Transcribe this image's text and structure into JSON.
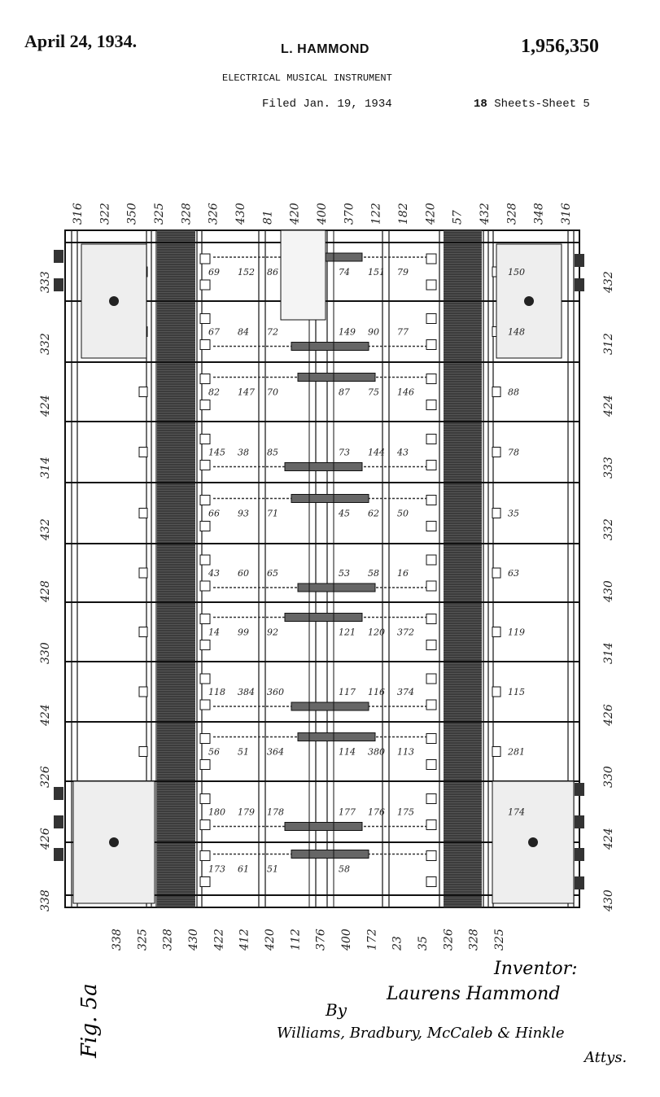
{
  "header": {
    "date": "April 24, 1934.",
    "inventor_name": "L. HAMMOND",
    "patent_number": "1,956,350",
    "title": "ELECTRICAL MUSICAL INSTRUMENT",
    "filed": "Filed Jan. 19, 1934",
    "sheets_count": "18",
    "sheets_label": "Sheets-Sheet 5"
  },
  "figure": {
    "label": "Fig. 5a",
    "top_refs": [
      "316",
      "322",
      "350",
      "325",
      "328",
      "326",
      "430",
      "81",
      "420",
      "400",
      "370",
      "122",
      "182",
      "420",
      "57",
      "432",
      "328",
      "348",
      "316"
    ],
    "bottom_refs": [
      "338",
      "325",
      "328",
      "430",
      "422",
      "412",
      "420",
      "112",
      "376",
      "400",
      "172",
      "23",
      "35",
      "326",
      "328",
      "325"
    ],
    "side_refs": [
      "333",
      "332",
      "424",
      "314",
      "432",
      "428",
      "330",
      "424",
      "326",
      "426",
      "338",
      "432",
      "312",
      "424",
      "333",
      "332",
      "430",
      "314",
      "426",
      "330",
      "424",
      "430"
    ],
    "inner_refs": [
      "69",
      "152",
      "86",
      "74",
      "151",
      "79",
      "150",
      "67",
      "84",
      "72",
      "149",
      "90",
      "77",
      "148",
      "82",
      "147",
      "70",
      "87",
      "75",
      "146",
      "88",
      "145",
      "38",
      "85",
      "73",
      "144",
      "43",
      "78",
      "66",
      "93",
      "71",
      "45",
      "62",
      "50",
      "35",
      "43",
      "60",
      "65",
      "53",
      "58",
      "16",
      "63",
      "14",
      "99",
      "92",
      "121",
      "120",
      "372",
      "119",
      "118",
      "384",
      "360",
      "117",
      "116",
      "374",
      "115",
      "56",
      "51",
      "364",
      "114",
      "380",
      "113",
      "281",
      "180",
      "179",
      "178",
      "177",
      "176",
      "175",
      "174",
      "173",
      "61",
      "51",
      "58"
    ]
  },
  "signature": {
    "inventor_label": "Inventor:",
    "inventor": "Laurens Hammond",
    "by": "By",
    "attorneys": "Williams, Bradbury, McCaleb & Hinkle",
    "attys_label": "Attys."
  }
}
